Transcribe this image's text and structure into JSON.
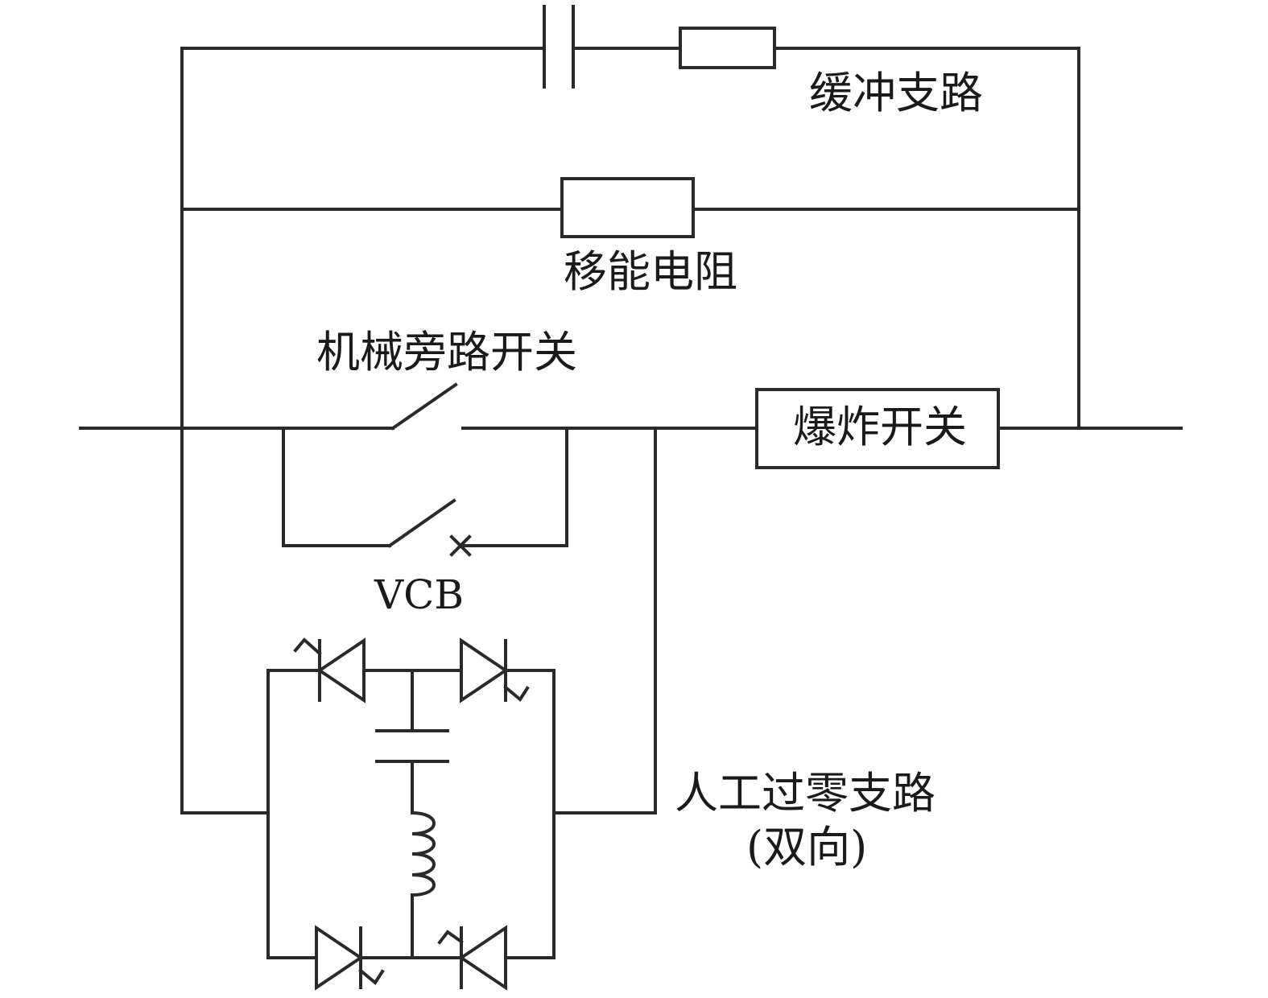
{
  "labels": {
    "snubber": "缓冲支路",
    "energy_resistor": "移能电阻",
    "bypass_switch": "机械旁路开关",
    "explosive_switch": "爆炸开关",
    "vcb": "VCB",
    "zero_crossing": "人工过零支路",
    "bidirectional": "(双向)"
  },
  "colors": {
    "line": "#2a2a2a",
    "text": "#1a1a1a",
    "background": "#ffffff"
  }
}
